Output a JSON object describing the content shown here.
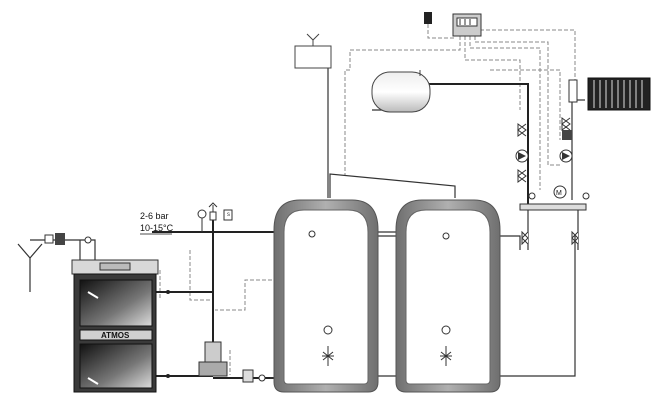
{
  "boiler": {
    "brand_label": "ATMOS"
  },
  "inlet": {
    "pressure_label": "2-6 bar",
    "temperature_label": "10-15°C"
  },
  "gauges": {
    "tank1_gauge_label": "",
    "tank2_gauge_label": ""
  },
  "colors": {
    "pipe": "#222222",
    "control_wire": "#888888",
    "tank_wall": "#8a8a8a",
    "boiler_body": "#3a3a3a"
  }
}
